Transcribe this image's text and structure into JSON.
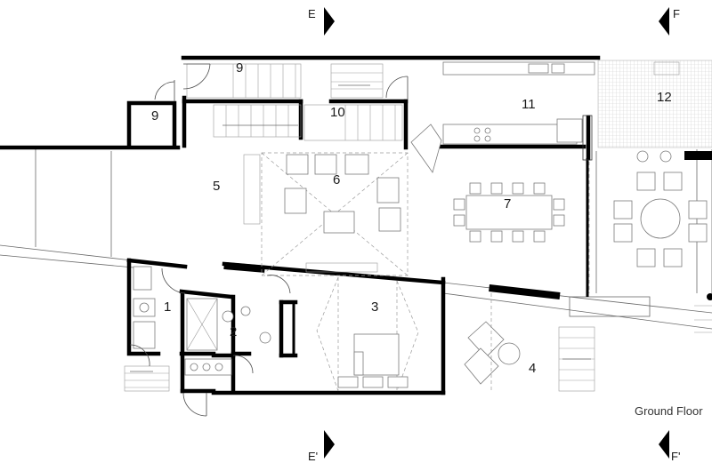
{
  "caption": "Ground Floor",
  "section_markers": [
    {
      "id": "E-top",
      "label": "E"
    },
    {
      "id": "F-top",
      "label": "F"
    },
    {
      "id": "E-bottom",
      "label": "E'"
    },
    {
      "id": "F-bottom",
      "label": "F'"
    }
  ],
  "rooms": [
    {
      "id": "r1",
      "label": "1"
    },
    {
      "id": "r2",
      "label": "2"
    },
    {
      "id": "r3",
      "label": "3"
    },
    {
      "id": "r4",
      "label": "4"
    },
    {
      "id": "r5",
      "label": "5"
    },
    {
      "id": "r6",
      "label": "6"
    },
    {
      "id": "r7",
      "label": "7"
    },
    {
      "id": "r9a",
      "label": "9"
    },
    {
      "id": "r9b",
      "label": "9"
    },
    {
      "id": "r10",
      "label": "10"
    },
    {
      "id": "r11",
      "label": "11"
    },
    {
      "id": "r12",
      "label": "12"
    }
  ],
  "colors": {
    "wall": "#000000",
    "line": "#6a6a6a",
    "terrace_hatch": "#c8c8c8"
  }
}
